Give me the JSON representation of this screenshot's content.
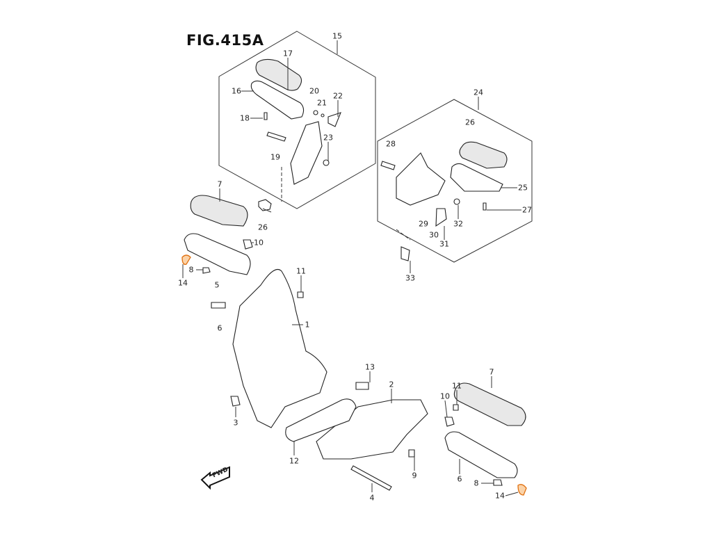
{
  "figure": {
    "title": "FIG.415A",
    "direction_label": "FWD",
    "highlight_color": "#f08020"
  },
  "labels": [
    {
      "id": "15",
      "text": "15"
    },
    {
      "id": "17",
      "text": "17"
    },
    {
      "id": "16",
      "text": "16"
    },
    {
      "id": "20",
      "text": "20"
    },
    {
      "id": "21",
      "text": "21"
    },
    {
      "id": "22",
      "text": "22"
    },
    {
      "id": "18",
      "text": "18"
    },
    {
      "id": "23",
      "text": "23"
    },
    {
      "id": "19",
      "text": "19"
    },
    {
      "id": "24",
      "text": "24"
    },
    {
      "id": "26a",
      "text": "26"
    },
    {
      "id": "28",
      "text": "28"
    },
    {
      "id": "25",
      "text": "25"
    },
    {
      "id": "27",
      "text": "27"
    },
    {
      "id": "29",
      "text": "29"
    },
    {
      "id": "32",
      "text": "32"
    },
    {
      "id": "30",
      "text": "30"
    },
    {
      "id": "31",
      "text": "31"
    },
    {
      "id": "33",
      "text": "33"
    },
    {
      "id": "7a",
      "text": "7"
    },
    {
      "id": "26b",
      "text": "26"
    },
    {
      "id": "10a",
      "text": "10"
    },
    {
      "id": "14a",
      "text": "14"
    },
    {
      "id": "8a",
      "text": "8"
    },
    {
      "id": "5",
      "text": "5"
    },
    {
      "id": "11a",
      "text": "11"
    },
    {
      "id": "1",
      "text": "1"
    },
    {
      "id": "6a",
      "text": "6"
    },
    {
      "id": "13",
      "text": "13"
    },
    {
      "id": "2",
      "text": "2"
    },
    {
      "id": "11b",
      "text": "11"
    },
    {
      "id": "10b",
      "text": "10"
    },
    {
      "id": "7b",
      "text": "7"
    },
    {
      "id": "3",
      "text": "3"
    },
    {
      "id": "12",
      "text": "12"
    },
    {
      "id": "9",
      "text": "9"
    },
    {
      "id": "6b",
      "text": "6"
    },
    {
      "id": "8b",
      "text": "8"
    },
    {
      "id": "14b",
      "text": "14"
    },
    {
      "id": "4",
      "text": "4"
    }
  ]
}
